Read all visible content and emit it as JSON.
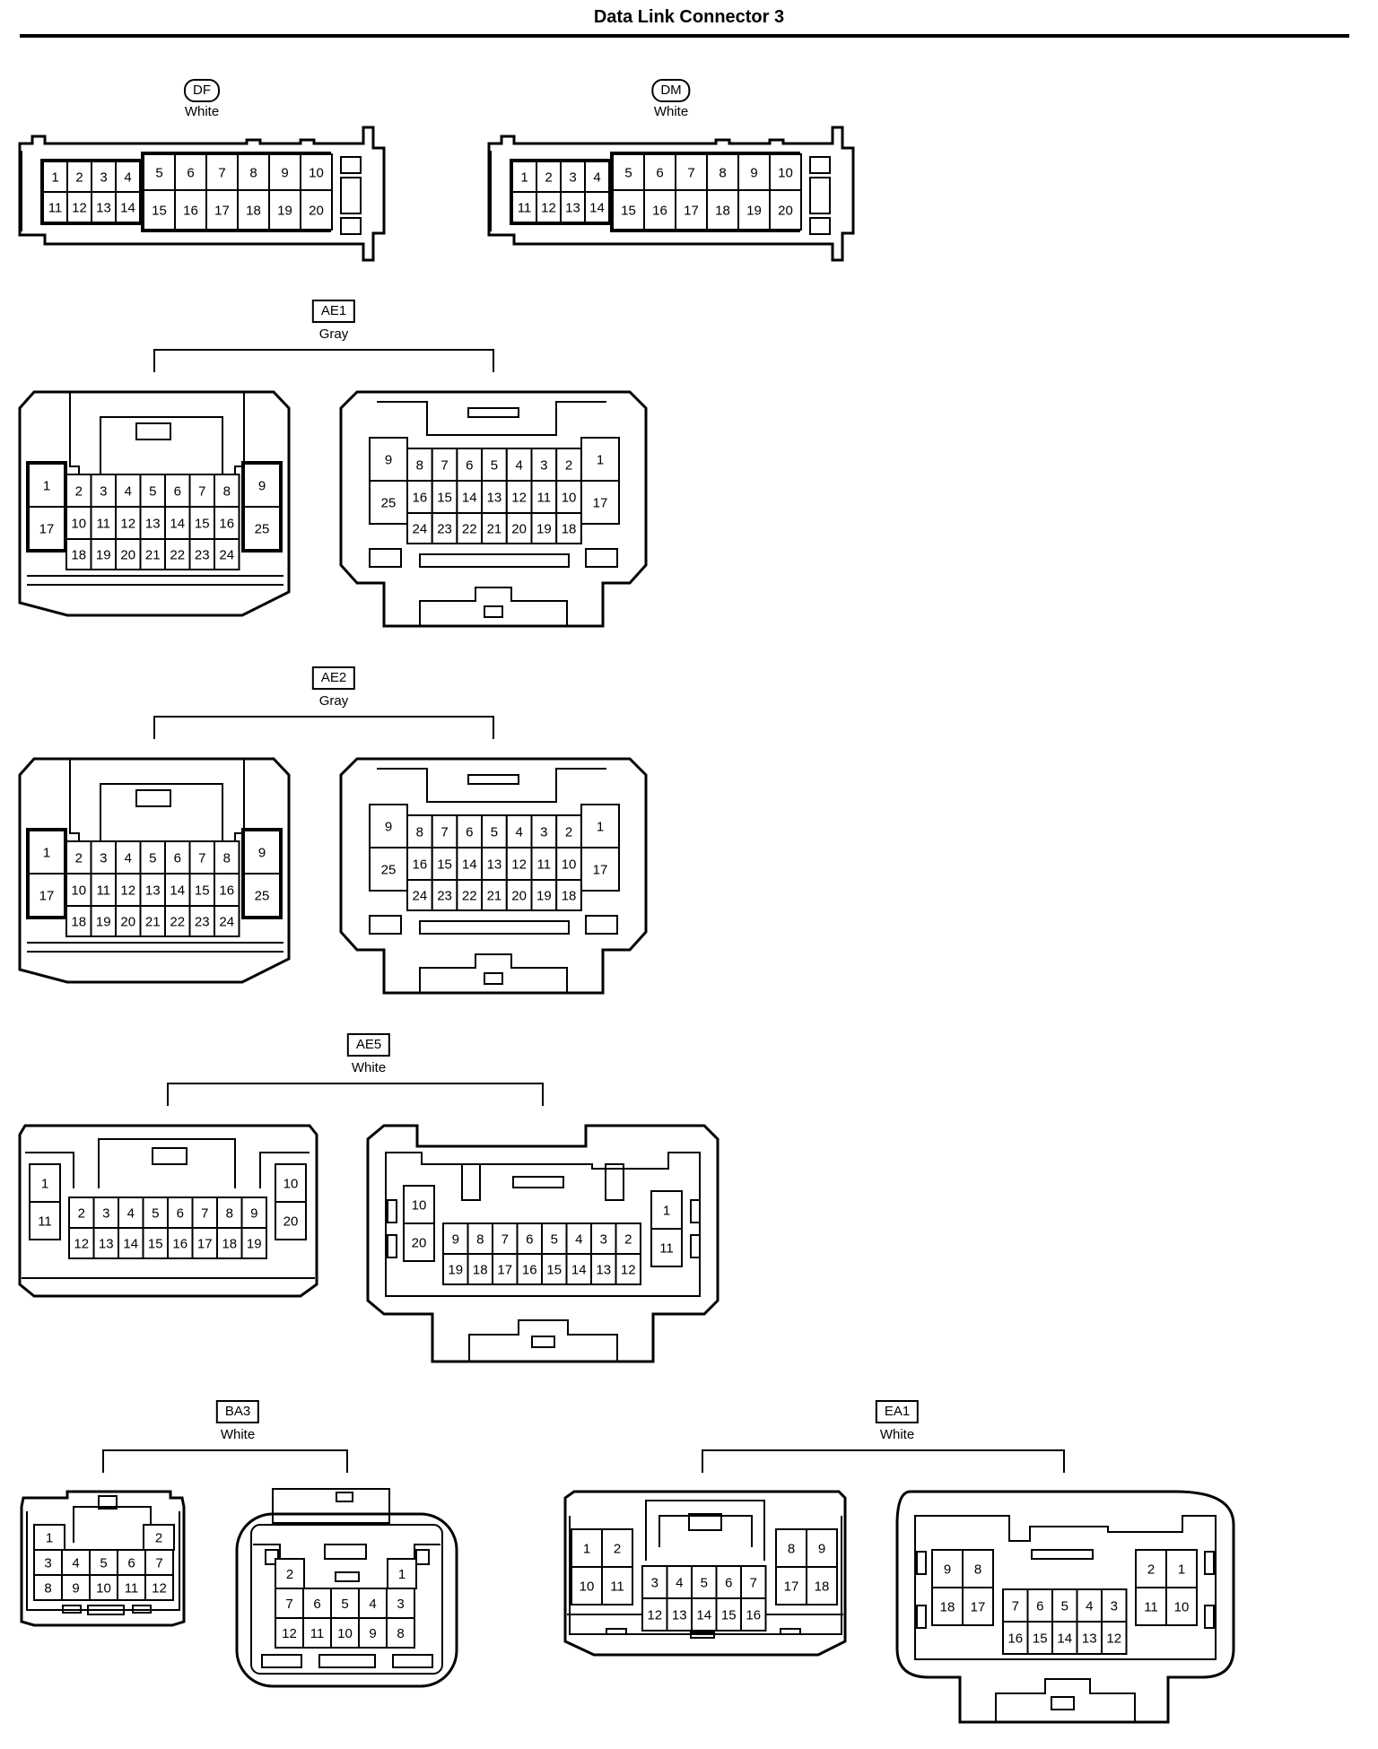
{
  "title": "Data Link Connector 3",
  "connectors": [
    {
      "code": "DF",
      "color": "White",
      "style": "oval"
    },
    {
      "code": "DM",
      "color": "White",
      "style": "oval"
    },
    {
      "code": "AE1",
      "color": "Gray",
      "style": "box"
    },
    {
      "code": "AE2",
      "color": "Gray",
      "style": "box"
    },
    {
      "code": "AE5",
      "color": "White",
      "style": "box"
    },
    {
      "code": "BA3",
      "color": "White",
      "style": "box"
    },
    {
      "code": "EA1",
      "color": "White",
      "style": "box"
    }
  ]
}
